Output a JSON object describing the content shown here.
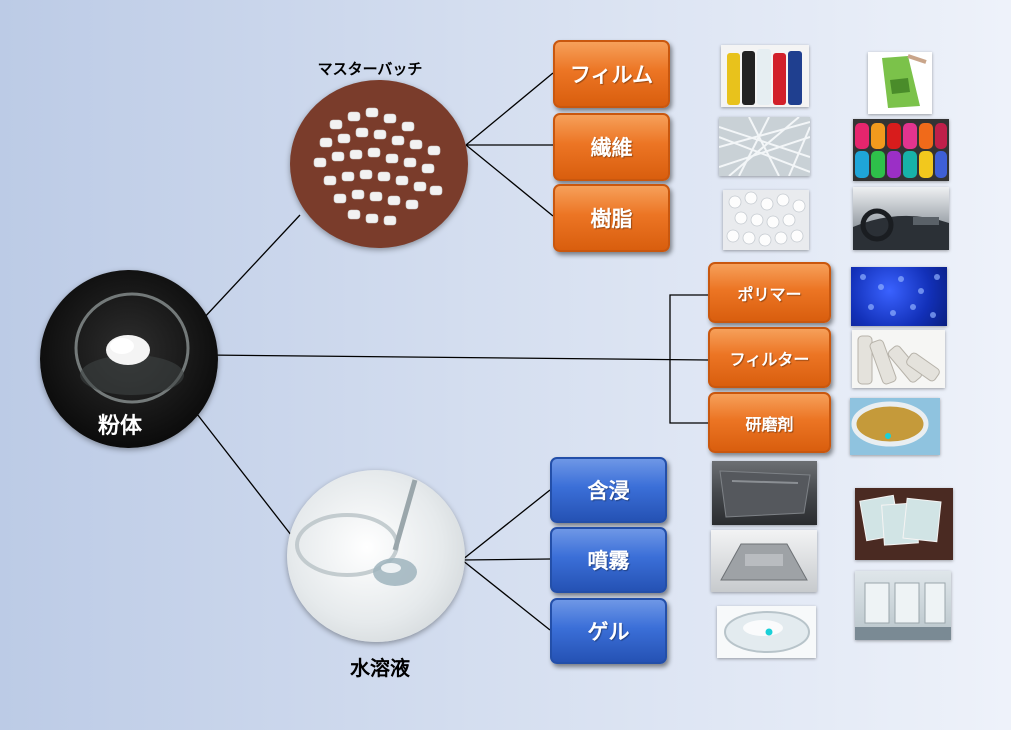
{
  "nodes": {
    "powder": {
      "label": "粉体"
    },
    "masterbatch": {
      "label": "マスターバッチ"
    },
    "solution": {
      "label": "水溶液"
    }
  },
  "masterbatch_apps": {
    "film": "フィルム",
    "fiber": "繊維",
    "resin": "樹脂"
  },
  "powder_apps": {
    "polymer": "ポリマー",
    "filter": "フィルター",
    "abrasive": "研磨剤"
  },
  "solution_apps": {
    "impregnation": "含浸",
    "spray": "噴霧",
    "gel": "ゲル"
  },
  "colors": {
    "orange": "#ec7524",
    "blue": "#3b6fd8",
    "line": "#000000"
  }
}
